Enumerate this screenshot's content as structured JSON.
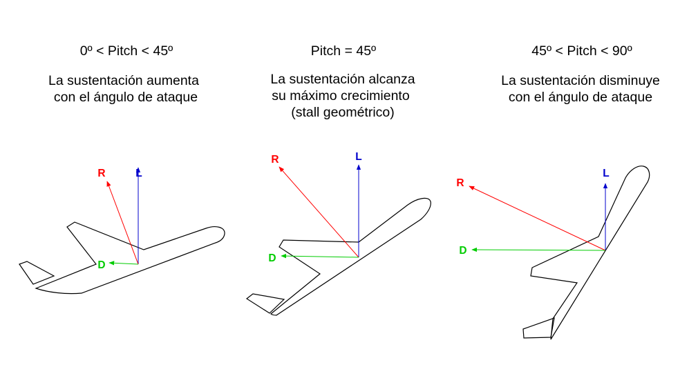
{
  "colors": {
    "lift": "#0000cc",
    "resultant": "#ff0000",
    "drag": "#00cc00",
    "outline": "#000000"
  },
  "panels": [
    {
      "pitch_range": "0º < Pitch < 45º",
      "description": [
        "La sustentación aumenta",
        "con el ángulo de ataque"
      ],
      "vectors": {
        "resultant": "R",
        "lift": "L",
        "drag": "D"
      }
    },
    {
      "pitch_range": "Pitch = 45º",
      "description": [
        "La sustentación alcanza",
        "su máximo crecimiento",
        "(stall geométrico)"
      ],
      "vectors": {
        "resultant": "R",
        "lift": "L",
        "drag": "D"
      }
    },
    {
      "pitch_range": "45º < Pitch < 90º",
      "description": [
        "La sustentación disminuye",
        "con el ángulo de ataque"
      ],
      "vectors": {
        "resultant": "R",
        "lift": "L",
        "drag": "D"
      }
    }
  ]
}
